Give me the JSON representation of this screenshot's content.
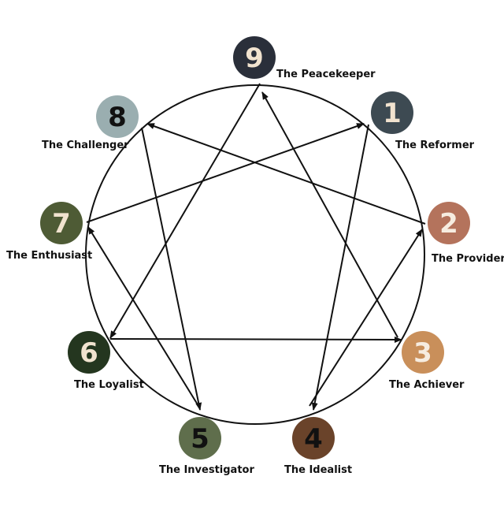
{
  "types": [
    {
      "number": "9",
      "name": "The Peacekeeper",
      "color": "#2a2f3a",
      "number_color": "#f1e3cf"
    },
    {
      "number": "1",
      "name": "The Reformer",
      "color": "#3d4a52",
      "number_color": "#f1e3cf"
    },
    {
      "number": "2",
      "name": "The Provider",
      "color": "#b4735c",
      "number_color": "#f6ece0"
    },
    {
      "number": "3",
      "name": "The Achiever",
      "color": "#c98f5a",
      "number_color": "#f6ece0"
    },
    {
      "number": "4",
      "name": "The Idealist",
      "color": "#6a432a",
      "number_color": "#111111"
    },
    {
      "number": "5",
      "name": "The Investigator",
      "color": "#5f6e4c",
      "number_color": "#111111"
    },
    {
      "number": "6",
      "name": "The Loyalist",
      "color": "#24361f",
      "number_color": "#f1e3cf"
    },
    {
      "number": "7",
      "name": "The Enthusiast",
      "color": "#4e5b35",
      "number_color": "#f1e3cf"
    },
    {
      "number": "8",
      "name": "The Challenger",
      "color": "#9aaeb0",
      "number_color": "#111111"
    }
  ],
  "connections": [
    {
      "from": "9",
      "to": "6"
    },
    {
      "from": "6",
      "to": "3"
    },
    {
      "from": "3",
      "to": "9"
    },
    {
      "from": "1",
      "to": "4"
    },
    {
      "from": "4",
      "to": "2"
    },
    {
      "from": "2",
      "to": "8"
    },
    {
      "from": "8",
      "to": "5"
    },
    {
      "from": "5",
      "to": "7"
    },
    {
      "from": "7",
      "to": "1"
    }
  ],
  "colors": {
    "line": "#111111",
    "background": "#ffffff"
  }
}
